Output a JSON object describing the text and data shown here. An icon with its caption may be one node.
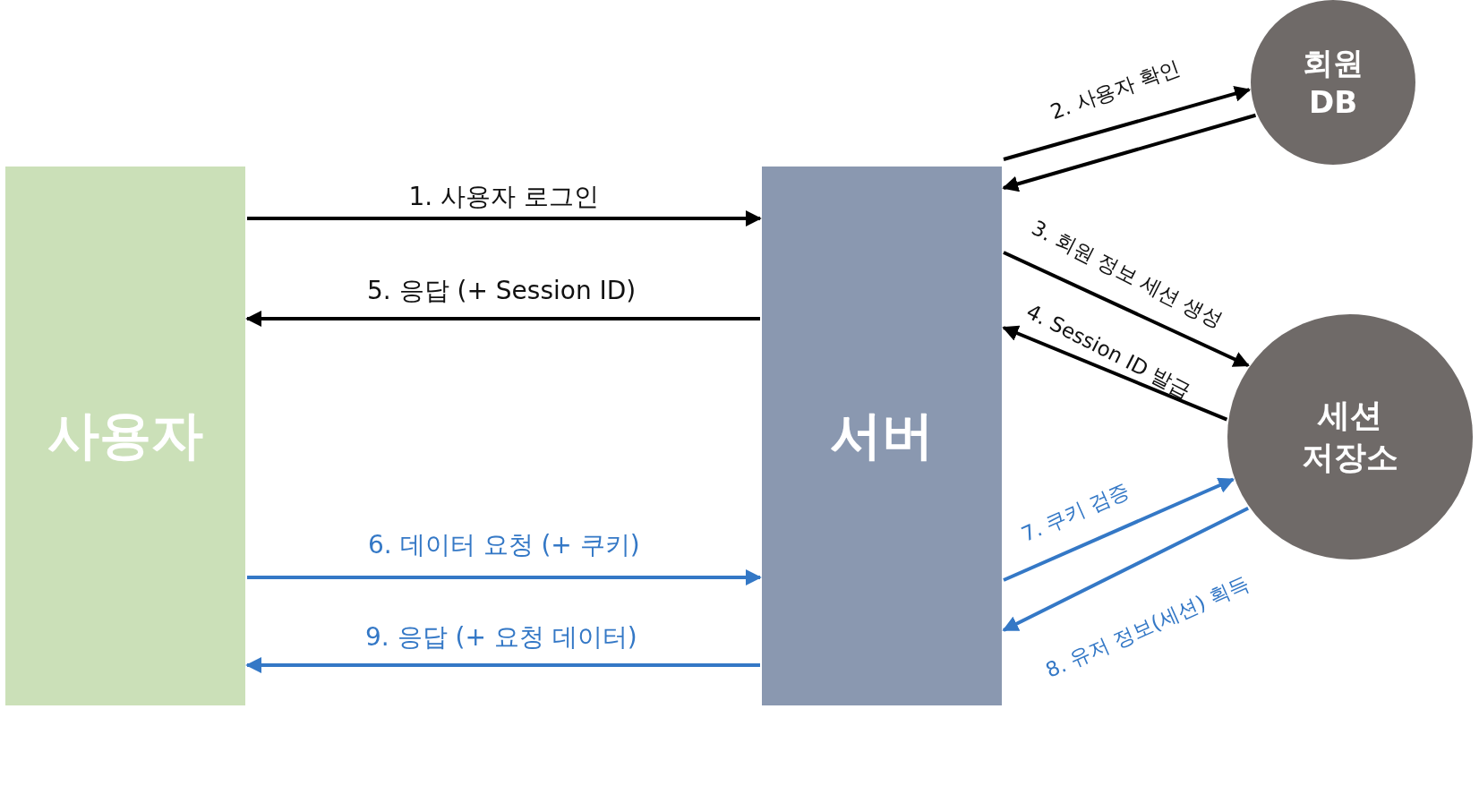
{
  "diagram": {
    "nodes": [
      {
        "text": [
          "사용자"
        ]
      },
      {
        "text": [
          "서버"
        ]
      },
      {
        "text": [
          "회원 DB"
        ]
      },
      {
        "text": [
          "세션 저장소"
        ]
      }
    ],
    "edges": [
      {
        "from": 0,
        "to": 1,
        "arrow": "to",
        "label": "1. 사용자 로그인"
      },
      {
        "from": 1,
        "to": 0,
        "arrow": "to",
        "label": "5. 응답 (+ Session ID)"
      },
      {
        "from": 0,
        "to": 1,
        "arrow": "to",
        "label": "6. 데이터 요청 (+ 쿠키)",
        "color": "#3478c6"
      },
      {
        "from": 1,
        "to": 0,
        "arrow": "to",
        "label": "9. 응답 (+ 요청 데이터)",
        "color": "#3478c6"
      },
      {
        "from": 1,
        "to": 2,
        "arrow": "to",
        "label": "2. 사용자 확인"
      },
      {
        "from": 2,
        "to": 1,
        "arrow": "to"
      },
      {
        "from": 1,
        "to": 3,
        "arrow": "to",
        "label": "3. 회원 정보 세션 생성"
      },
      {
        "from": 3,
        "to": 1,
        "arrow": "to",
        "label": "4. Session ID 발급"
      },
      {
        "from": 1,
        "to": 3,
        "arrow": "to",
        "label": "7. 쿠키 검증",
        "color": "#3478c6"
      },
      {
        "from": 3,
        "to": 1,
        "arrow": "to",
        "label": "8. 유저 정보(세션) 획득",
        "color": "#3478c6"
      }
    ]
  }
}
